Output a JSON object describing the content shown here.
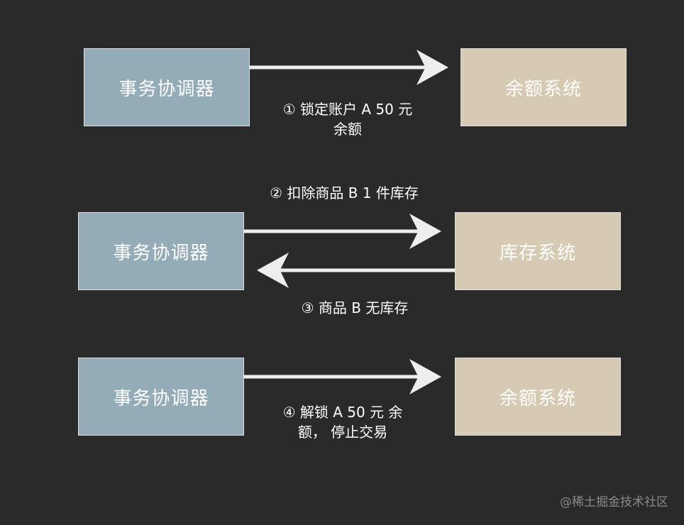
{
  "colors": {
    "background": "#2a2a2a",
    "coordinator_box": "#94abb8",
    "system_box": "#d6cbb2",
    "arrow": "#eeeeee"
  },
  "row1": {
    "left_box": "事务协调器",
    "right_box": "余额系统",
    "label_line1": "① 锁定账户 A 50 元",
    "label_line2": "余额"
  },
  "row2": {
    "left_box": "事务协调器",
    "right_box": "库存系统",
    "label_top": "② 扣除商品 B 1 件库存",
    "label_bottom": "③ 商品 B 无库存"
  },
  "row3": {
    "left_box": "事务协调器",
    "right_box": "余额系统",
    "label_line1": "④  解锁 A 50 元 余",
    "label_line2": "额， 停止交易"
  },
  "watermark": "@稀土掘金技术社区"
}
